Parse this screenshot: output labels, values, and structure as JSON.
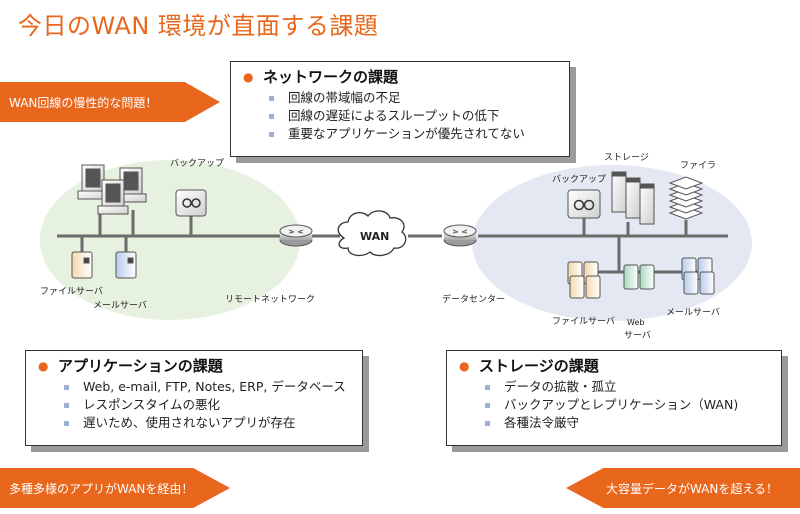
{
  "title": "今日のWAN 環境が直面する課題",
  "banners": {
    "wan_problem": "WAN回線の慢性的な問題！",
    "apps_over_wan": "多種多様のアプリがWANを経由！",
    "data_over_wan": "大容量データがWANを超える！"
  },
  "colors": {
    "accent": "#E8671C",
    "remote_zone": "#E6F1DF",
    "datacenter_zone": "#E3E8F3",
    "sub_bullet": "#9BB0D3"
  },
  "callouts": {
    "network": {
      "heading": "ネットワークの課題",
      "items": [
        "回線の帯域幅の不足",
        "回線の遅延によるスループットの低下",
        "重要なアプリケーションが優先されてない"
      ]
    },
    "application": {
      "heading": "アプリケーションの課題",
      "items": [
        "Web, e-mail, FTP, Notes, ERP, データベース",
        "レスポンスタイムの悪化",
        "遅いため、使用されないアプリが存在"
      ]
    },
    "storage": {
      "heading": "ストレージの課題",
      "items": [
        "データの拡散・孤立",
        "バックアップとレプリケーション（WAN)",
        "各種法令厳守"
      ]
    }
  },
  "diagram": {
    "wan_label": "WAN",
    "remote": {
      "zone_label": "リモートネットワーク",
      "backup": "バックアップ",
      "file_server": "ファイルサーバ",
      "mail_server": "メールサーバ"
    },
    "datacenter": {
      "zone_label": "データセンター",
      "backup": "バックアップ",
      "storage": "ストレージ",
      "filer": "ファイラ",
      "file_server": "ファイルサーバ",
      "web_server_1": "Web",
      "web_server_2": "サーバ",
      "mail_server": "メールサーバ"
    }
  }
}
